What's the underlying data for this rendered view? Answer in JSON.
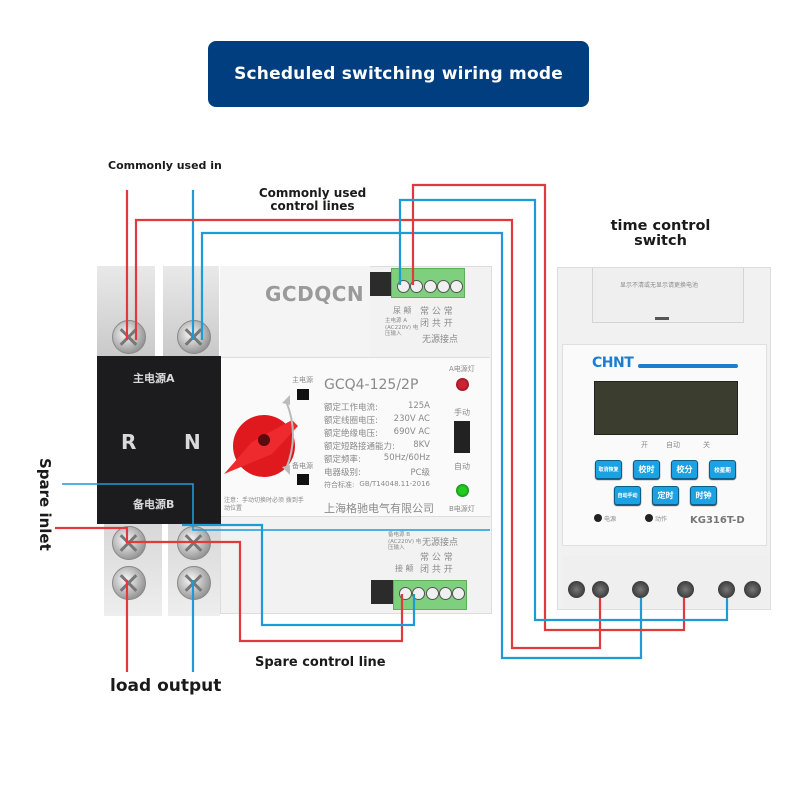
{
  "title": "Scheduled switching wiring mode",
  "labels": {
    "commonly_used_in": "Commonly used in",
    "commonly_used_control_lines_1": "Commonly used",
    "commonly_used_control_lines_2": "control lines",
    "time_control_switch_1": "time control",
    "time_control_switch_2": "switch",
    "spare_inlet": "Spare inlet",
    "spare_control_line": "Spare control line",
    "load_output": "load output"
  },
  "ats": {
    "brand": "GCDQCN",
    "main_power": "主电源A",
    "backup_power": "备电源B",
    "pole_r": "R",
    "pole_n": "N",
    "model": "GCQ4-125/2P",
    "specs": [
      {
        "name": "额定工作电流:",
        "value": "125A"
      },
      {
        "name": "额定线圈电压:",
        "value": "230V AC"
      },
      {
        "name": "额定绝缘电压:",
        "value": "690V AC"
      },
      {
        "name": "额定短路接通能力:",
        "value": "8KV"
      },
      {
        "name": "额定频率:",
        "value": "50Hz/60Hz"
      },
      {
        "name": "电器级别:",
        "value": "PC级"
      },
      {
        "name": "符合标准:",
        "value": "GB/T14048.11-2016"
      }
    ],
    "company": "上海格驰电气有限公司",
    "main_window_label": "主电源",
    "backup_window_label": "备电源",
    "led_a_label": "A电源灯",
    "led_b_label": "B电源灯",
    "manual_label": "手动",
    "auto_label": "自动",
    "note": "注意：手动切换时必须 拨到手动位置",
    "top_terminal": {
      "power_label": "主电源 A (AC220V) 电压输入",
      "contacts": "常 公 常",
      "contacts2": "闭 共 开",
      "passive": "无源接点",
      "ab": "尿 颠"
    },
    "bottom_terminal": {
      "power_label": "备电源 B (AC220V) 电压输入",
      "passive": "无源接点",
      "contacts": "常 公 常",
      "contacts2": "闭 共 开",
      "ab": "接 颠"
    }
  },
  "timer": {
    "brand": "CHNT",
    "lid_text": "显示不清或无显示请更换电池",
    "status_labels": [
      "开",
      "自动",
      "关"
    ],
    "buttons_row1": [
      "取消恢复",
      "校时",
      "校分",
      "校星期"
    ],
    "buttons_row2": [
      "自动手动",
      "定时",
      "时钟"
    ],
    "indicators": [
      "电源",
      "动作"
    ],
    "model": "KG316T-D"
  },
  "colors": {
    "banner": "#003e80",
    "live_wire": "#e03a3e",
    "neutral_wire": "#1e9ad6",
    "terminal_green": "#7ed07e",
    "knob_red": "#e0191f",
    "timer_button": "#1ba2e3",
    "chnt_blue": "#1a7fd1"
  }
}
